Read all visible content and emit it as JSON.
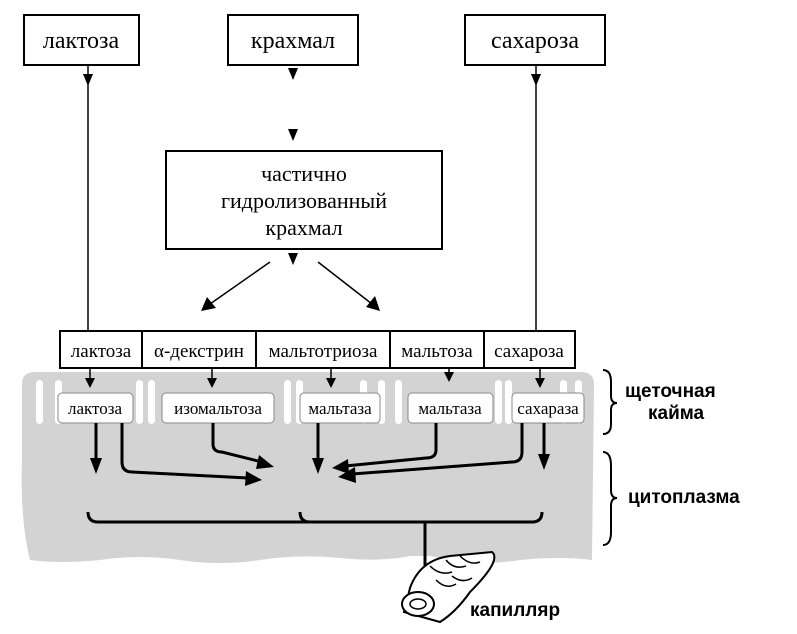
{
  "sources": {
    "lactose": "лактоза",
    "starch": "крахмал",
    "sucrose": "сахароза"
  },
  "partial_starch": [
    "частично",
    "гидролизованный",
    "крахмал"
  ],
  "substrates": [
    "лактоза",
    "α-декстрин",
    "мальтотриоза",
    "мальтоза",
    "сахароза"
  ],
  "enzymes": [
    "лактоза",
    "изомальтоза",
    "мальтаза",
    "мальтаза",
    "сахараза"
  ],
  "labels": {
    "brush_border_1": "щеточная",
    "brush_border_2": "кайма",
    "cytoplasm": "цитоплазма",
    "capillary": "капилляр"
  }
}
